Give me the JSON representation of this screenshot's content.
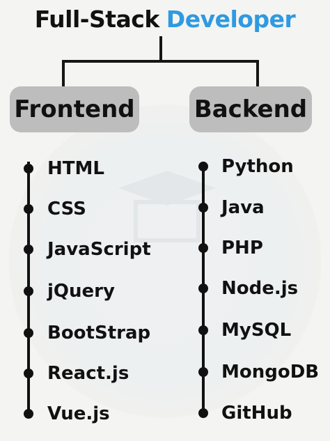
{
  "title": {
    "part1": "Full-Stack",
    "part2": "Developer",
    "part2_color": "#2f9ae0"
  },
  "columns": [
    {
      "heading": "Frontend",
      "items": [
        "HTML",
        "CSS",
        "JavaScript",
        "jQuery",
        "BootStrap",
        "React.js",
        "Vue.js"
      ]
    },
    {
      "heading": "Backend",
      "items": [
        "Python",
        "Java",
        "PHP",
        "Node.js",
        "MySQL",
        "MongoDB",
        "GitHub"
      ]
    }
  ]
}
